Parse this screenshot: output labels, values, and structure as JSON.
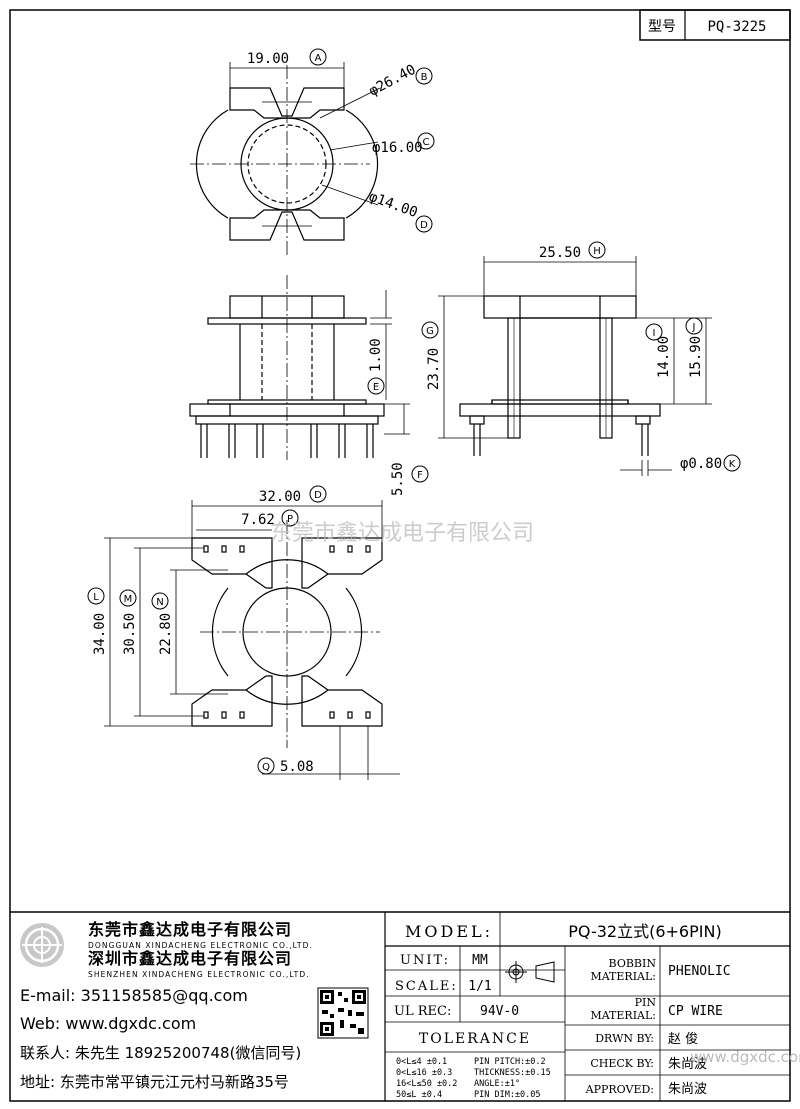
{
  "header": {
    "type_label": "型号",
    "part_number": "PQ-3225"
  },
  "watermark": "东莞市鑫达成电子有限公司",
  "dimensions": {
    "A": {
      "value": "19.00",
      "letter": "A"
    },
    "B": {
      "value": "φ26.40",
      "letter": "B"
    },
    "C": {
      "value": "φ16.00",
      "letter": "C"
    },
    "D14": {
      "value": "φ14.00",
      "letter": "D"
    },
    "H": {
      "value": "25.50",
      "letter": "H"
    },
    "E": {
      "value": "1.00",
      "letter": "E"
    },
    "F": {
      "value": "5.50",
      "letter": "F"
    },
    "G": {
      "value": "23.70",
      "letter": "G"
    },
    "I": {
      "value": "14.00",
      "letter": "I"
    },
    "J": {
      "value": "15.90",
      "letter": "J"
    },
    "K": {
      "value": "φ0.80",
      "letter": "K"
    },
    "D32": {
      "value": "32.00",
      "letter": "D"
    },
    "P": {
      "value": "7.62",
      "letter": "P"
    },
    "L": {
      "value": "34.00",
      "letter": "L"
    },
    "M": {
      "value": "30.50",
      "letter": "M"
    },
    "N": {
      "value": "22.80",
      "letter": "N"
    },
    "Q": {
      "value": "5.08",
      "letter": "Q"
    }
  },
  "company": {
    "name_cn_1": "东莞市鑫达成电子有限公司",
    "name_en_1": "DONGGUAN XINDACHENG ELECTRONIC CO.,LTD.",
    "name_cn_2": "深圳市鑫达成电子有限公司",
    "name_en_2": "SHENZHEN XINDACHENG ELECTRONIC CO.,LTD.",
    "email": "E-mail: 351158585@qq.com",
    "web": "Web: www.dgxdc.com",
    "contact": "联系人: 朱先生 18925200748(微信同号)",
    "address": "地址: 东莞市常平镇元江元村马新路35号"
  },
  "title_block": {
    "model_label": "MODEL:",
    "model_value": "PQ-32立式(6+6PIN)",
    "unit_label": "UNIT:",
    "unit_value": "MM",
    "scale_label": "SCALE:",
    "scale_value": "1/1",
    "ulrec_label": "UL REC:",
    "ulrec_value": "94V-0",
    "bobbin_label_1": "BOBBIN",
    "bobbin_label_2": "MATERIAL:",
    "bobbin_value": "PHENOLIC",
    "pin_label_1": "PIN",
    "pin_label_2": "MATERIAL:",
    "pin_value": "CP WIRE",
    "drawn_label": "DRWN BY:",
    "drawn_value": "赵 俊",
    "check_label": "CHECK BY:",
    "check_value": "朱尚波",
    "approved_label": "APPROVED:",
    "approved_value": "朱尚波",
    "tolerance_label": "TOLERANCE",
    "tol_1": "0<L≤4   ±0.1",
    "tol_2": "0<L≤16  ±0.3",
    "tol_3": "16<L≤50 ±0.2",
    "tol_4": "50≤L    ±0.4",
    "tol_5": "PIN PITCH:±0.2",
    "tol_6": "THICKNESS:±0.15",
    "tol_7": "ANGLE:±1°",
    "tol_8": "PIN DIM:±0.05",
    "site_watermark": "www.dgxdc.com"
  }
}
